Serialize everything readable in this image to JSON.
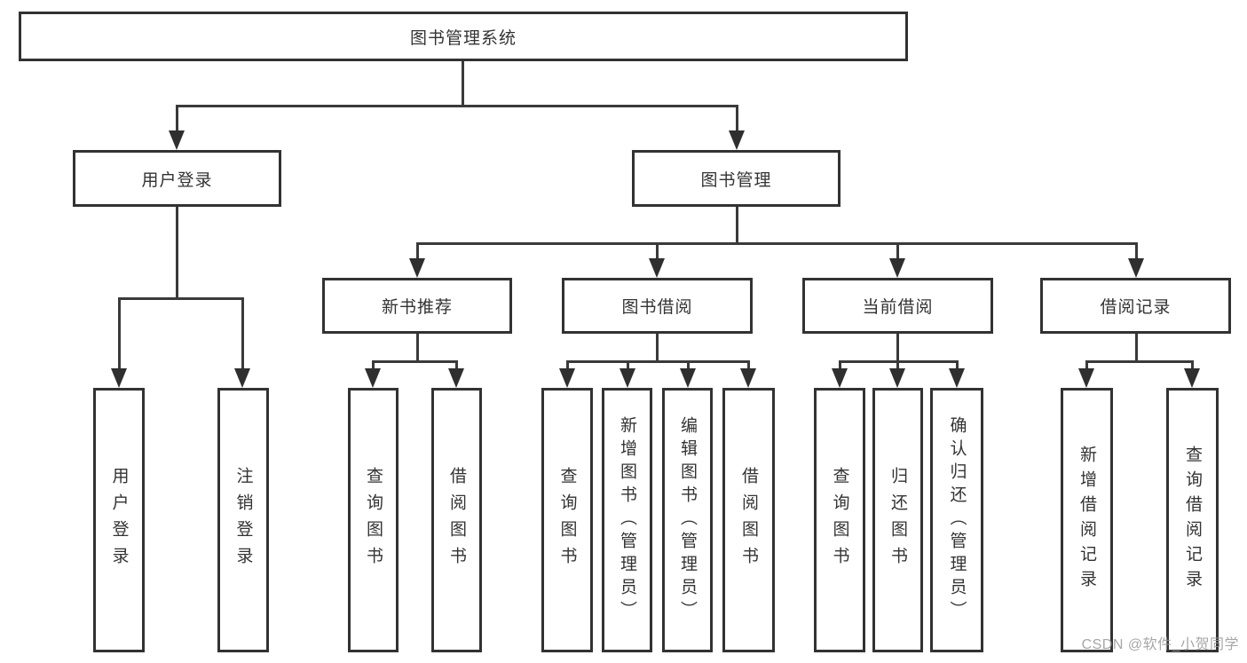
{
  "diagram": {
    "root": "图书管理系统",
    "login_branch": {
      "label": "用户登录",
      "leaves": [
        "用户登录",
        "注销登录"
      ]
    },
    "mgmt_branch": {
      "label": "图书管理",
      "groups": [
        {
          "label": "新书推荐",
          "leaves": [
            "查询图书",
            "借阅图书"
          ]
        },
        {
          "label": "图书借阅",
          "leaves": [
            "查询图书",
            "新增图书（管理员）",
            "编辑图书（管理员）",
            "借阅图书"
          ]
        },
        {
          "label": "当前借阅",
          "leaves": [
            "查询图书",
            "归还图书",
            "确认归还（管理员）"
          ]
        },
        {
          "label": "借阅记录",
          "leaves": [
            "新增借阅记录",
            "查询借阅记录"
          ]
        }
      ]
    }
  },
  "watermark": "CSDN @软件_小贺同学",
  "colors": {
    "line": "#3a3a3a",
    "box_border": "#323232",
    "text": "#333333",
    "watermark_gray": "#969696",
    "background": "#ffffff"
  }
}
